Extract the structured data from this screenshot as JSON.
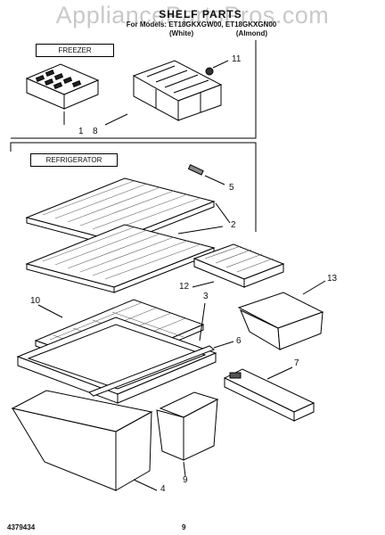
{
  "watermark": "AppliancePartsPros.com",
  "header": {
    "title": "SHELF PARTS",
    "models": "For Models: ET18GKXGW00, ET18GKXGN00",
    "color_white": "(White)",
    "color_almond": "(Almond)"
  },
  "sections": {
    "freezer": "FREEZER",
    "refrigerator": "REFRIGERATOR"
  },
  "callouts": {
    "c1": "1",
    "c8": "8",
    "c11": "11",
    "c5": "5",
    "c2": "2",
    "c12": "12",
    "c13": "13",
    "c10": "10",
    "c3": "3",
    "c6": "6",
    "c7": "7",
    "c9": "9",
    "c4": "4"
  },
  "footer": {
    "doc_number": "4379434",
    "page_number": "9"
  }
}
